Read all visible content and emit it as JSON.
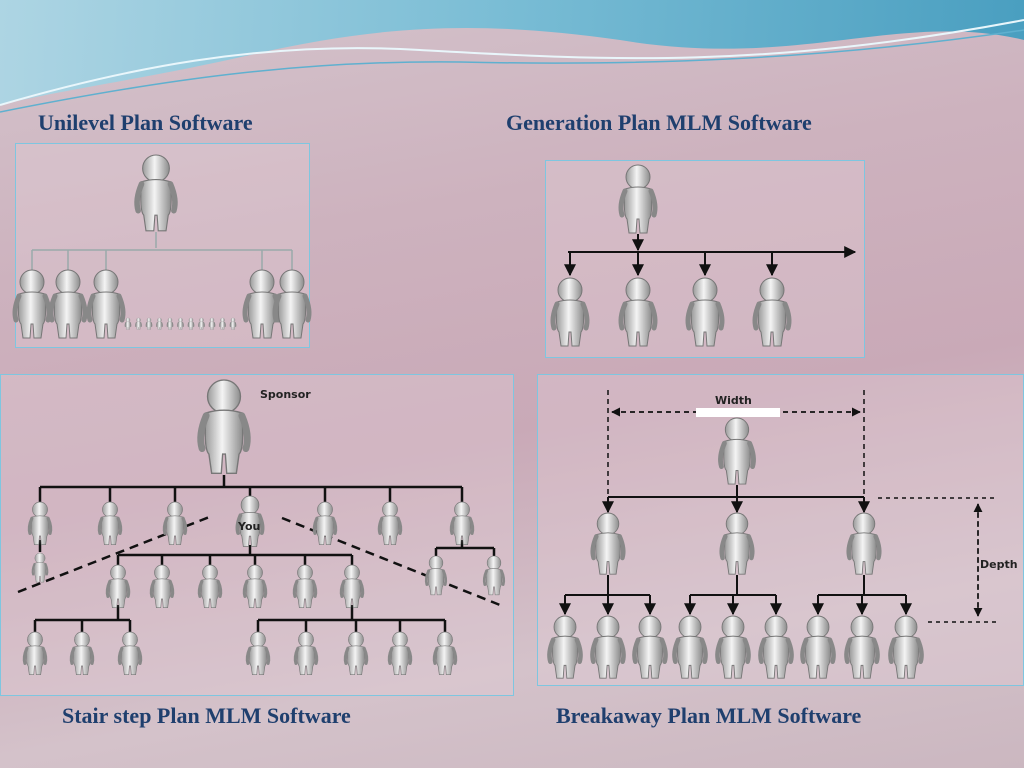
{
  "colors": {
    "title": "#1f3f6e",
    "panel_border": "#7ec6e0",
    "wave_top": "#7fc3dc",
    "figure_fill": "#e6e6e6",
    "figure_stroke": "#7a7a7a",
    "connector": "#111111"
  },
  "panels": {
    "unilevel": {
      "title": "Unilevel Plan Software"
    },
    "generation": {
      "title": "Generation Plan MLM Software"
    },
    "stairstep": {
      "title": "Stair step Plan MLM Software",
      "sponsor_label": "Sponsor",
      "you_label": "You"
    },
    "breakaway": {
      "title": "Breakaway Plan MLM Software",
      "width_label": "Width",
      "depth_label": "Depth"
    }
  },
  "icons": {
    "person": "person-icon"
  }
}
